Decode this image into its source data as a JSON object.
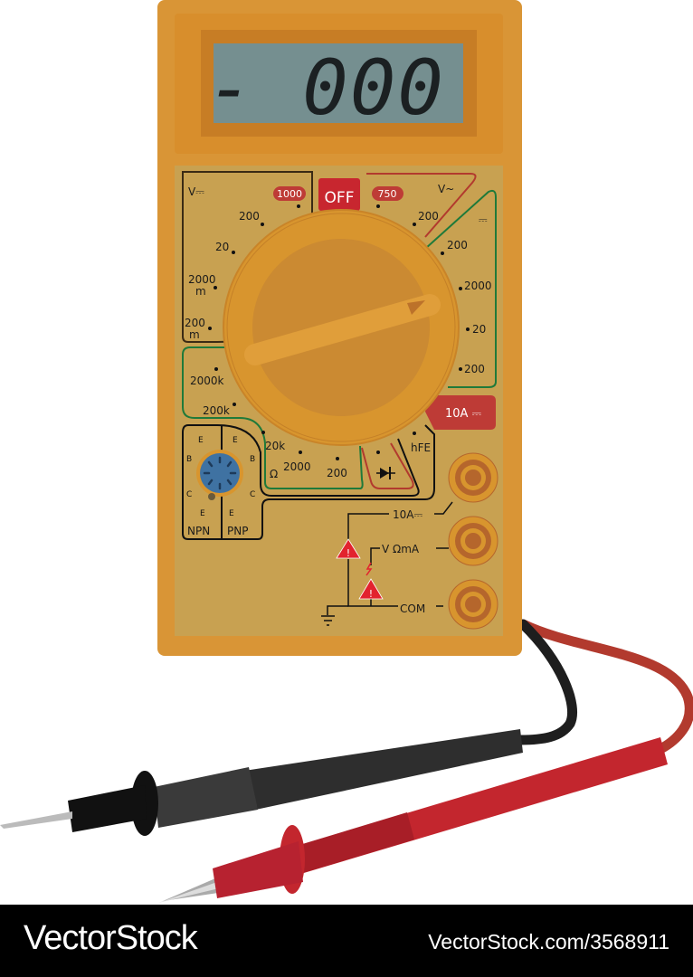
{
  "display": {
    "reading": "- 000"
  },
  "dial": {
    "off_label": "OFF",
    "dcv": {
      "title": "V⎓",
      "ranges": [
        "1000",
        "200",
        "20",
        "2000",
        "m",
        "200",
        "m"
      ]
    },
    "acv": {
      "title": "V~",
      "ranges": [
        "750",
        "200"
      ]
    },
    "dca": {
      "title": "⎓",
      "ranges": [
        "200",
        "2000",
        "20",
        "200"
      ]
    },
    "ten_amp_label": "10A ⎓",
    "ohm": {
      "symbol": "Ω",
      "ranges": [
        "2000k",
        "200k",
        "20k",
        "2000",
        "200"
      ]
    },
    "diode_symbol": "diode-icon",
    "hfe_label": "hFE"
  },
  "transistor_socket": {
    "npn_label": "NPN",
    "pnp_label": "PNP",
    "pins": [
      "E",
      "B",
      "C",
      "E"
    ]
  },
  "jacks": {
    "ten_amp": "10A⎓",
    "v_ohm_ma": "V ΩmA",
    "com": "COM"
  },
  "colors": {
    "body": "#D99536",
    "faceplate": "#C8A151",
    "lcd": "#758F90",
    "red_badge": "#BE3B36",
    "off_badge": "#C8262F",
    "black_lead": "#2E2E2E",
    "red_lead": "#C3262E"
  },
  "watermark": {
    "brand": "VectorStock",
    "url": "VectorStock.com/3568911"
  }
}
